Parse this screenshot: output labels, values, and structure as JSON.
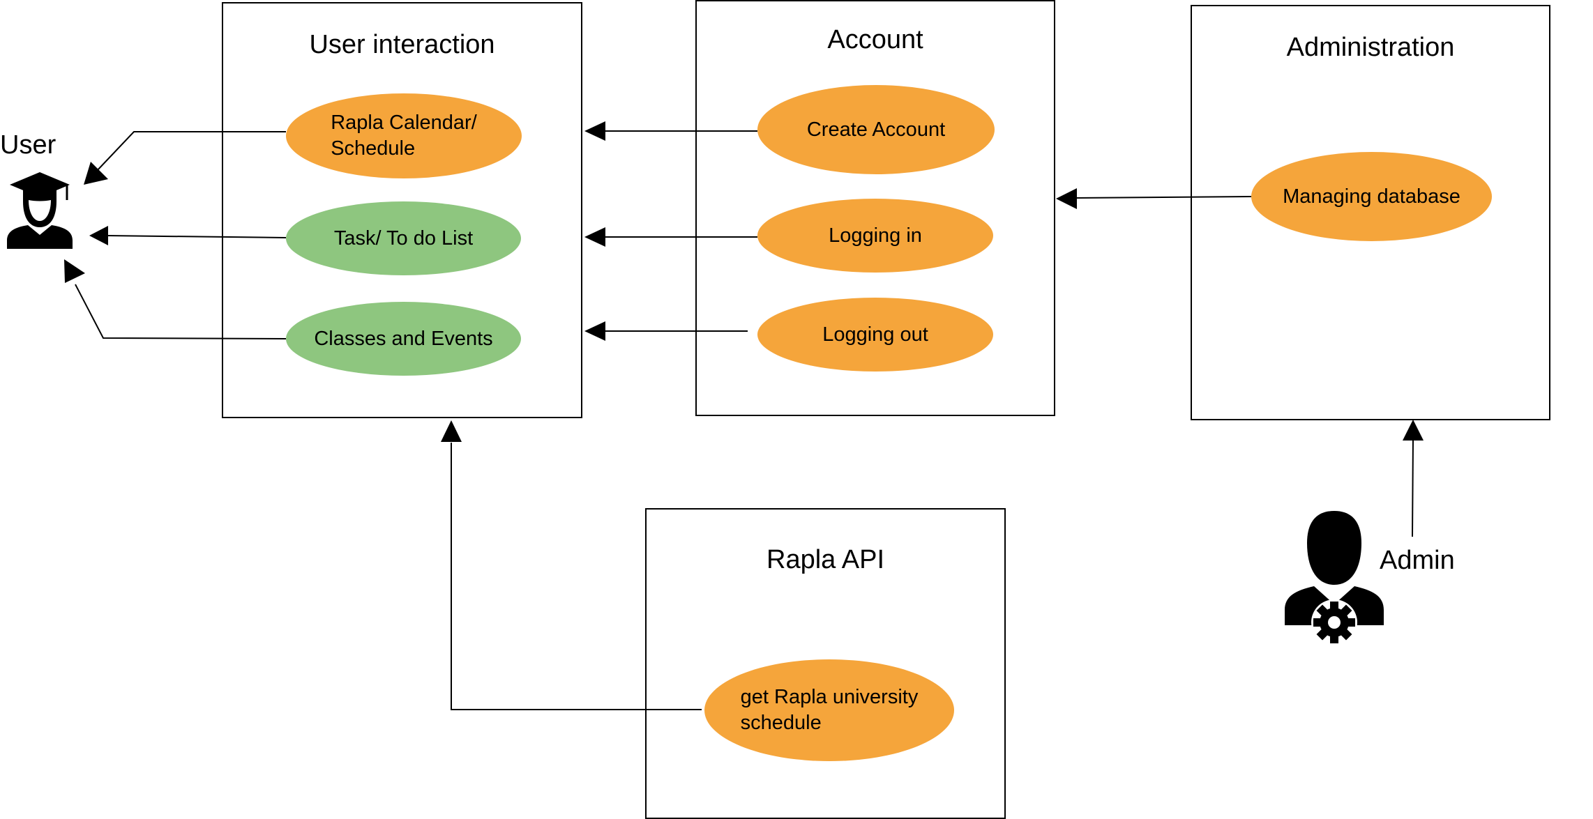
{
  "boxes": {
    "user_interaction": {
      "title": "User interaction"
    },
    "account": {
      "title": "Account"
    },
    "administration": {
      "title": "Administration"
    },
    "rapla_api": {
      "title": "Rapla API"
    }
  },
  "use_cases": {
    "rapla_calendar": {
      "label": "Rapla Calendar/\nSchedule",
      "color": "#f5a53b"
    },
    "task_todo": {
      "label": "Task/ To do List",
      "color": "#8ec67f"
    },
    "classes_events": {
      "label": "Classes and Events",
      "color": "#8ec67f"
    },
    "create_account": {
      "label": "Create Account",
      "color": "#f5a53b"
    },
    "logging_in": {
      "label": "Logging in",
      "color": "#f5a53b"
    },
    "logging_out": {
      "label": "Logging out",
      "color": "#f5a53b"
    },
    "managing_db": {
      "label": "Managing database",
      "color": "#f5a53b"
    },
    "get_rapla": {
      "label": "get Rapla university\nschedule",
      "color": "#f5a53b"
    }
  },
  "actors": {
    "user": {
      "label": "User",
      "icon": "graduate-user-icon"
    },
    "admin": {
      "label": "Admin",
      "icon": "admin-gear-icon"
    }
  }
}
